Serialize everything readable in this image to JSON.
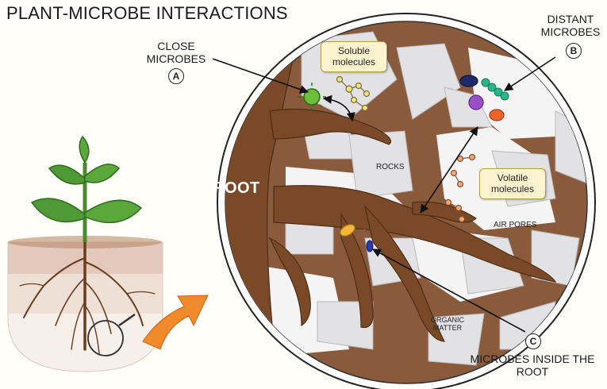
{
  "title": "PLANT-MICROBE INTERACTIONS",
  "labels": {
    "close_microbes": "CLOSE\nMICROBES",
    "close_badge": "A",
    "distant_microbes": "DISTANT\nMICROBES",
    "distant_badge": "B",
    "inside_badge": "C",
    "inside_microbes": "MICROBES INSIDE THE\nROOT",
    "soluble": "Soluble\nmolecules",
    "volatile": "Volatile\nmolecules",
    "root": "ROOT",
    "rocks": "ROCKS",
    "air_pores": "AIR PORES",
    "organic_matter": "ORGANIC\nMATTER"
  },
  "colors": {
    "soil": "#8a5a3c",
    "root": "#7a4a28",
    "rock": "#e6e6e8",
    "callout_bg": "#fdf3cf",
    "arrow_orange": "#f08a2a",
    "leaf_green": "#4a8a2e",
    "microbe_green": "#6bbf3a",
    "microbe_navy": "#1f2a6b",
    "microbe_purple": "#9a4fc7",
    "microbe_teal": "#2bb58a",
    "microbe_orange": "#f0642a",
    "microbe_yellow": "#f5b63a",
    "microbe_blue": "#2b3aa8"
  }
}
